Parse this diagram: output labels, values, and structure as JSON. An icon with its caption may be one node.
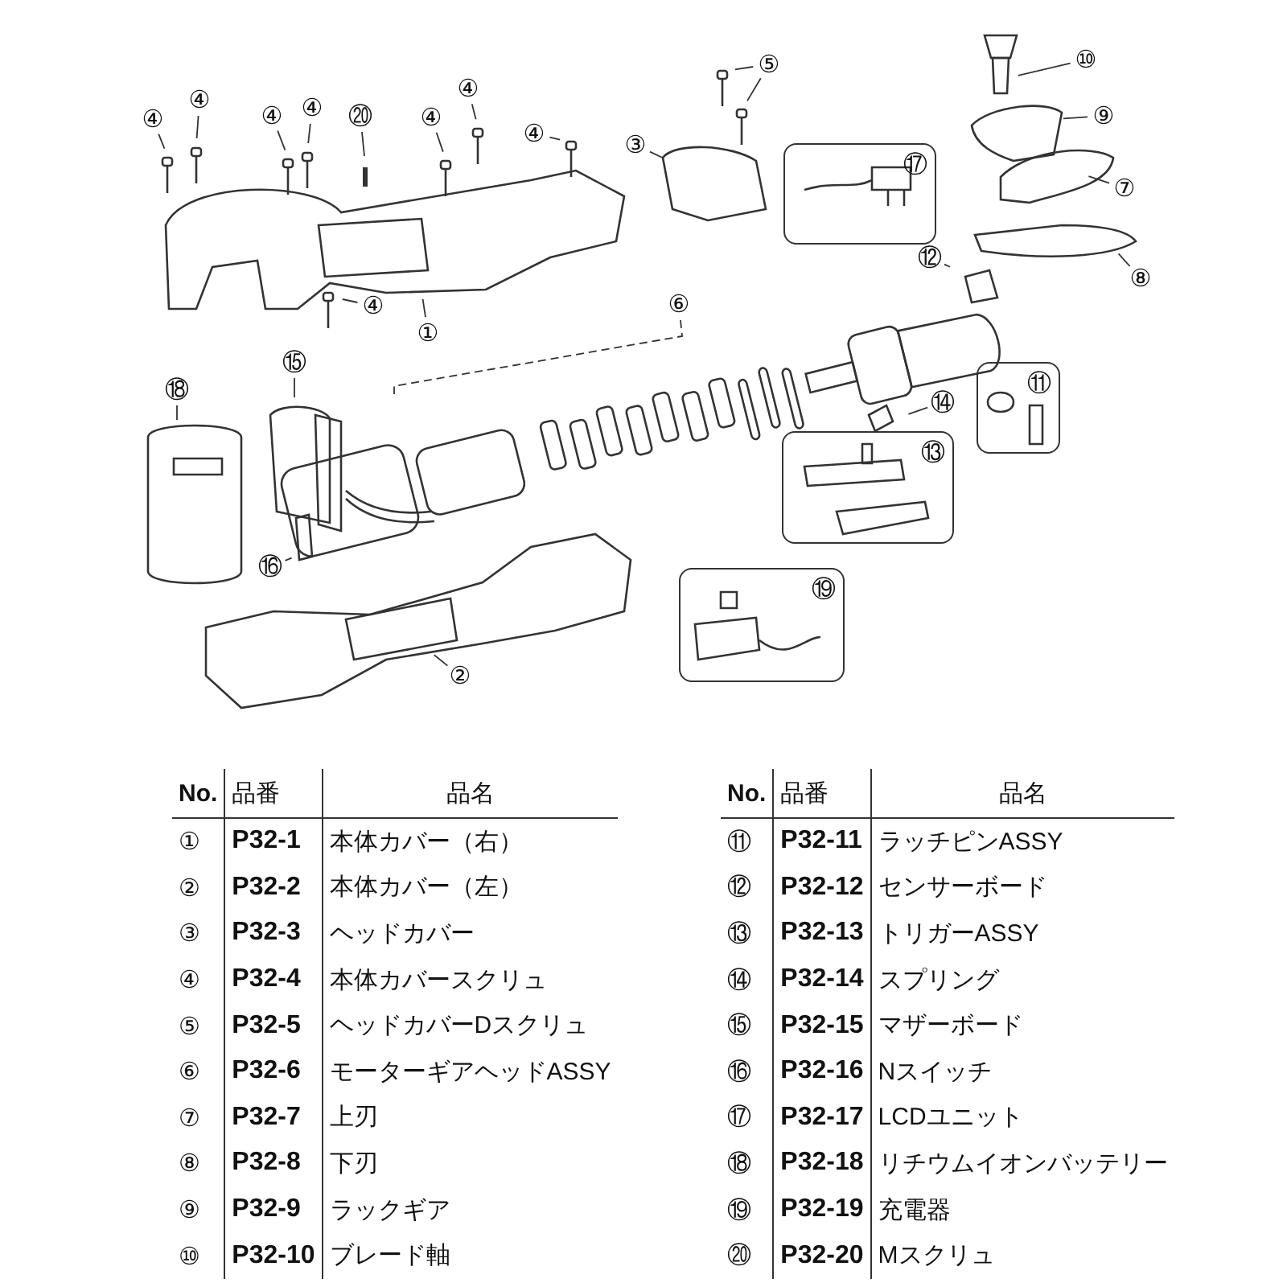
{
  "diagram": {
    "nodes": [
      {
        "text": [
          "④"
        ]
      },
      {
        "text": [
          "④"
        ]
      },
      {
        "text": [
          "④"
        ]
      },
      {
        "text": [
          "④"
        ]
      },
      {
        "text": [
          "⑳"
        ]
      },
      {
        "text": [
          "④"
        ]
      },
      {
        "text": [
          "④"
        ]
      },
      {
        "text": [
          "④"
        ]
      },
      {
        "text": [
          "⑤"
        ]
      },
      {
        "text": [
          "③"
        ]
      },
      {
        "text": [
          "⑩"
        ]
      },
      {
        "text": [
          "⑨"
        ]
      },
      {
        "text": [
          "⑰"
        ]
      },
      {
        "text": [
          "⑦"
        ]
      },
      {
        "text": [
          "④"
        ]
      },
      {
        "text": [
          "①"
        ]
      },
      {
        "text": [
          "⑧"
        ]
      },
      {
        "text": [
          "⑫"
        ]
      },
      {
        "text": [
          "⑥"
        ]
      },
      {
        "text": [
          "⑮"
        ]
      },
      {
        "text": [
          "⑱"
        ]
      },
      {
        "text": [
          "⑭"
        ]
      },
      {
        "text": [
          "⑪"
        ]
      },
      {
        "text": [
          "⑬"
        ]
      },
      {
        "text": [
          "⑯"
        ]
      },
      {
        "text": [
          "⑲"
        ]
      },
      {
        "text": [
          "②"
        ]
      }
    ],
    "edges": [
      {
        "from": 0,
        "to": null,
        "arrow": "none"
      },
      {
        "from": 1,
        "to": null,
        "arrow": "none"
      },
      {
        "from": 2,
        "to": null,
        "arrow": "none"
      },
      {
        "from": 3,
        "to": null,
        "arrow": "none"
      },
      {
        "from": 4,
        "to": null,
        "arrow": "none"
      },
      {
        "from": 5,
        "to": null,
        "arrow": "none"
      },
      {
        "from": 6,
        "to": null,
        "arrow": "none"
      },
      {
        "from": 7,
        "to": null,
        "arrow": "none"
      },
      {
        "from": 8,
        "to": null,
        "arrow": "none"
      },
      {
        "from": 8,
        "to": null,
        "arrow": "none"
      },
      {
        "from": 9,
        "to": null,
        "arrow": "none"
      },
      {
        "from": 10,
        "to": null,
        "arrow": "none"
      },
      {
        "from": 11,
        "to": null,
        "arrow": "none"
      },
      {
        "from": 13,
        "to": null,
        "arrow": "none"
      },
      {
        "from": 14,
        "to": null,
        "arrow": "none"
      },
      {
        "from": 15,
        "to": null,
        "arrow": "none"
      },
      {
        "from": 16,
        "to": null,
        "arrow": "none"
      },
      {
        "from": 17,
        "to": null,
        "arrow": "none"
      },
      {
        "from": 18,
        "to": null,
        "arrow": "none",
        "style": "dashed"
      },
      {
        "from": 19,
        "to": null,
        "arrow": "none"
      },
      {
        "from": 20,
        "to": null,
        "arrow": "none"
      },
      {
        "from": 21,
        "to": null,
        "arrow": "none"
      },
      {
        "from": 24,
        "to": null,
        "arrow": "none"
      },
      {
        "from": 26,
        "to": null,
        "arrow": "none"
      }
    ],
    "labels": [
      "No.",
      "品番",
      "品名",
      "①",
      "P32-1",
      "本体カバー（右）",
      "②",
      "P32-2",
      "本体カバー（左）",
      "③",
      "P32-3",
      "ヘッドカバー",
      "④",
      "P32-4",
      "本体カバースクリュ",
      "⑤",
      "P32-5",
      "ヘッドカバーDスクリュ",
      "⑥",
      "P32-6",
      "モーターギアヘッドASSY",
      "⑦",
      "P32-7",
      "上刃",
      "⑧",
      "P32-8",
      "下刃",
      "⑨",
      "P32-9",
      "ラックギア",
      "⑩",
      "P32-10",
      "ブレード軸",
      "No.",
      "品番",
      "品名",
      "⑪",
      "P32-11",
      "ラッチピンASSY",
      "⑫",
      "P32-12",
      "センサーボード",
      "⑬",
      "P32-13",
      "トリガーASSY",
      "⑭",
      "P32-14",
      "スプリング",
      "⑮",
      "P32-15",
      "マザーボード",
      "⑯",
      "P32-16",
      "Nスイッチ",
      "⑰",
      "P32-17",
      "LCDユニット",
      "⑱",
      "P32-18",
      "リチウムイオンバッテリー",
      "⑲",
      "P32-19",
      "充電器",
      "⑳",
      "P32-20",
      "Mスクリュ"
    ]
  }
}
